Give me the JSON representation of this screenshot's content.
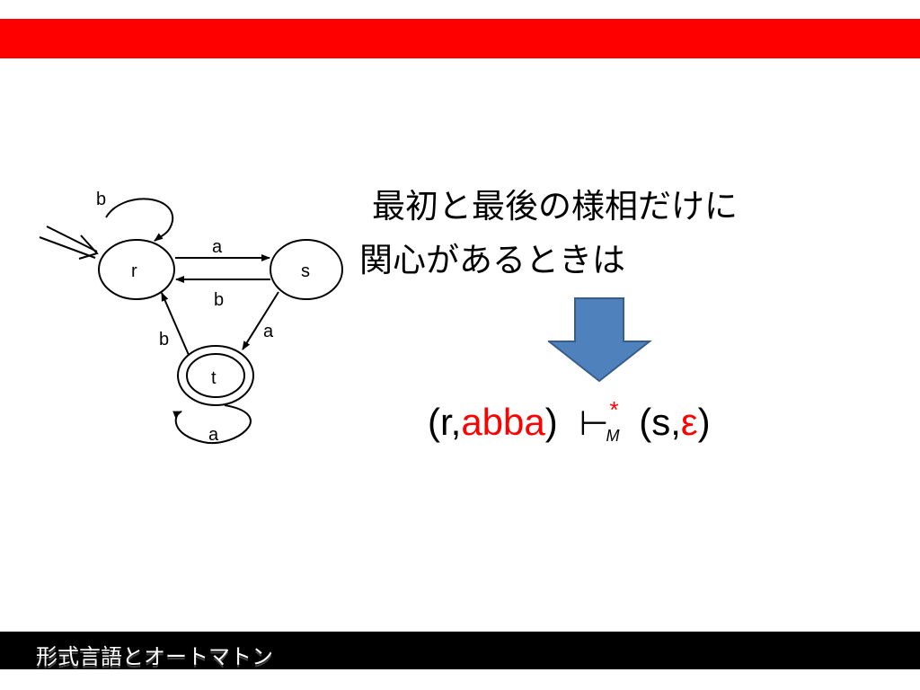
{
  "footer": {
    "title": "形式言語とオートマトン"
  },
  "heading": {
    "line1": "最初と最後の様相だけに",
    "line2": "関心があるときは"
  },
  "automaton": {
    "states": [
      "r",
      "s",
      "t"
    ],
    "start_state": "r",
    "accept_states": [
      "t"
    ],
    "edges": [
      {
        "from": "r",
        "to": "r",
        "label": "b"
      },
      {
        "from": "r",
        "to": "s",
        "label": "a"
      },
      {
        "from": "s",
        "to": "r",
        "label": "b"
      },
      {
        "from": "s",
        "to": "t",
        "label": "a"
      },
      {
        "from": "t",
        "to": "r",
        "label": "b"
      },
      {
        "from": "t",
        "to": "t",
        "label": "a"
      }
    ]
  },
  "relation": {
    "open1": "(r,",
    "input": "abba",
    "close1": ")",
    "turnstile": "⊢",
    "star": "*",
    "machine": "M",
    "open2": "(s,",
    "remaining": "ε",
    "close2": ")"
  },
  "colors": {
    "top_bar": "#ff0000",
    "footer_bar": "#000000",
    "arrow_fill": "#4f81bd",
    "arrow_stroke": "#385d8a",
    "highlight": "#ff0000"
  }
}
